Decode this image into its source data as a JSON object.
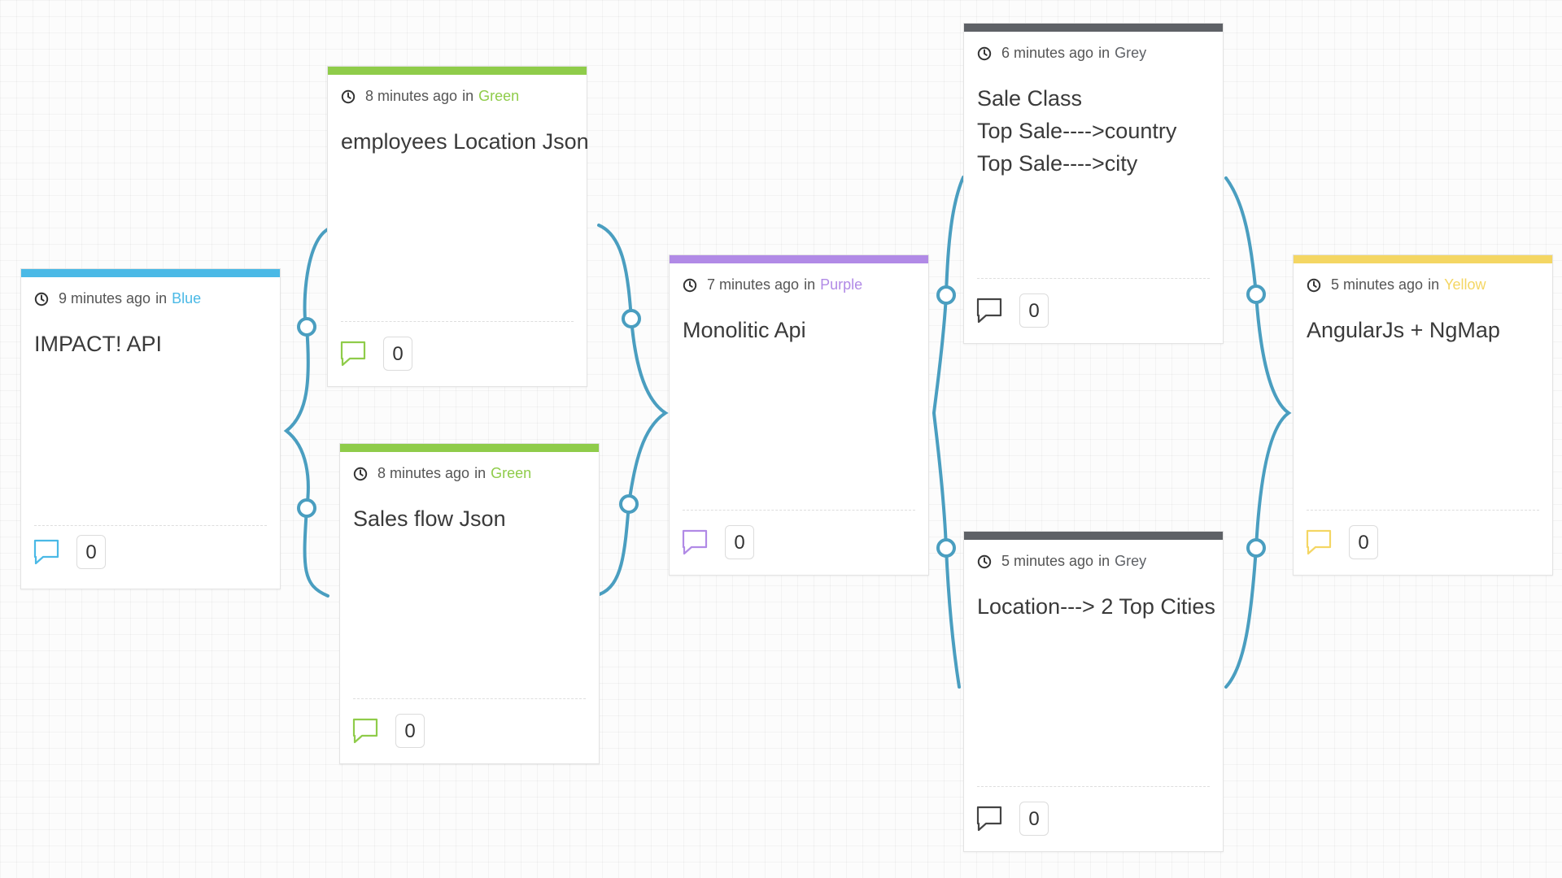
{
  "colors": {
    "Blue": "#4ab9e6",
    "Green": "#8fcc4a",
    "Purple": "#b18ae6",
    "Grey": "#5e6166",
    "Yellow": "#f4d663",
    "connector": "#4a9ec0"
  },
  "connector_icon": "connector-node-icon",
  "cards": [
    {
      "id": "impact",
      "time": "9 minutes ago",
      "in_label": "in",
      "color_name": "Blue",
      "title_lines": [
        "IMPACT! API"
      ],
      "comment_count": "0",
      "icons": {
        "time": "clock-icon",
        "comment": "comment-bubble-icon"
      }
    },
    {
      "id": "employees",
      "time": "8 minutes ago",
      "in_label": "in",
      "color_name": "Green",
      "title_lines": [
        "employees Location Json"
      ],
      "comment_count": "0",
      "icons": {
        "time": "clock-icon",
        "comment": "comment-bubble-icon"
      }
    },
    {
      "id": "sales-flow",
      "time": "8 minutes ago",
      "in_label": "in",
      "color_name": "Green",
      "title_lines": [
        "Sales flow Json"
      ],
      "comment_count": "0",
      "icons": {
        "time": "clock-icon",
        "comment": "comment-bubble-icon"
      }
    },
    {
      "id": "monolitic",
      "time": "7 minutes ago",
      "in_label": "in",
      "color_name": "Purple",
      "title_lines": [
        "Monolitic Api"
      ],
      "comment_count": "0",
      "icons": {
        "time": "clock-icon",
        "comment": "comment-bubble-icon"
      }
    },
    {
      "id": "sale-class",
      "time": "6 minutes ago",
      "in_label": "in",
      "color_name": "Grey",
      "title_lines": [
        "Sale Class",
        "Top Sale---->country",
        "Top Sale---->city"
      ],
      "comment_count": "0",
      "icons": {
        "time": "clock-icon",
        "comment": "comment-bubble-icon"
      }
    },
    {
      "id": "location",
      "time": "5 minutes ago",
      "in_label": "in",
      "color_name": "Grey",
      "title_lines": [
        "Location---> 2 Top Cities"
      ],
      "comment_count": "0",
      "icons": {
        "time": "clock-icon",
        "comment": "comment-bubble-icon"
      }
    },
    {
      "id": "angular",
      "time": "5 minutes ago",
      "in_label": "in",
      "color_name": "Yellow",
      "title_lines": [
        "AngularJs + NgMap"
      ],
      "comment_count": "0",
      "icons": {
        "time": "clock-icon",
        "comment": "comment-bubble-icon"
      }
    }
  ]
}
